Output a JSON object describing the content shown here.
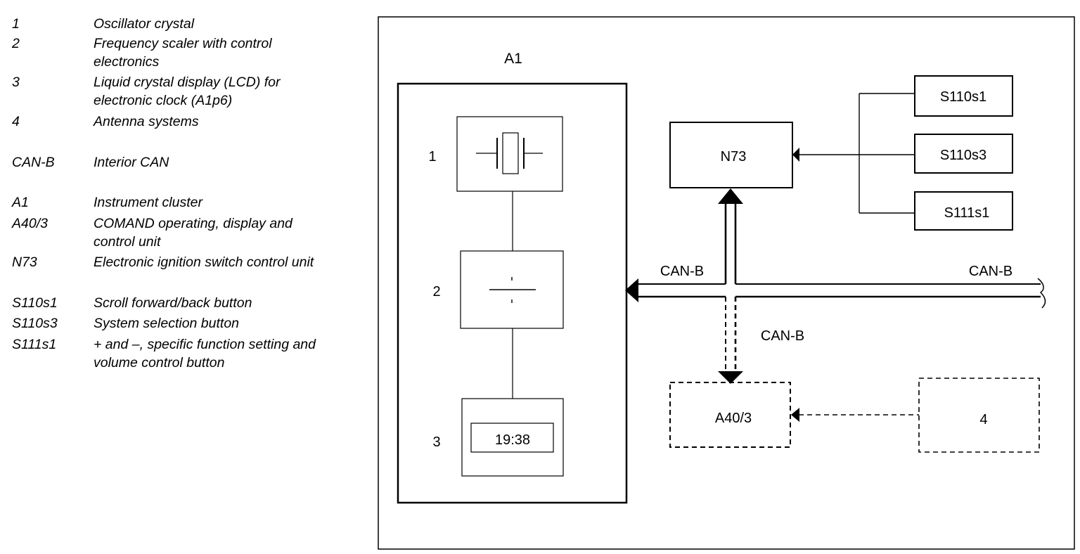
{
  "legend": [
    {
      "key": "1",
      "desc": "Oscillator crystal"
    },
    {
      "key": "2",
      "desc": "Frequency scaler with control electronics"
    },
    {
      "key": "3",
      "desc": "Liquid crystal display (LCD) for electronic clock (A1p6)"
    },
    {
      "key": "4",
      "desc": "Antenna systems"
    },
    {
      "key": "CAN-B",
      "desc": "Interior CAN"
    },
    {
      "key": "A1",
      "desc": "Instrument cluster"
    },
    {
      "key": "A40/3",
      "desc": "COMAND operating, display and control unit"
    },
    {
      "key": "N73",
      "desc": "Electronic ignition switch control unit"
    },
    {
      "key": "S110s1",
      "desc": "Scroll forward/back button"
    },
    {
      "key": "S110s3",
      "desc": "System selection button"
    },
    {
      "key": "S111s1",
      "desc": "+ and –, specific function setting and volume control button"
    }
  ],
  "diagram": {
    "a1_title": "A1",
    "a1_items": [
      {
        "num": "1"
      },
      {
        "num": "2"
      },
      {
        "num": "3",
        "clock": "19:38"
      }
    ],
    "n73": "N73",
    "switches": [
      "S110s1",
      "S110s3",
      "S111s1"
    ],
    "can_left": "CAN-B",
    "can_right": "CAN-B",
    "can_down": "CAN-B",
    "a40": "A40/3",
    "antenna": "4"
  }
}
